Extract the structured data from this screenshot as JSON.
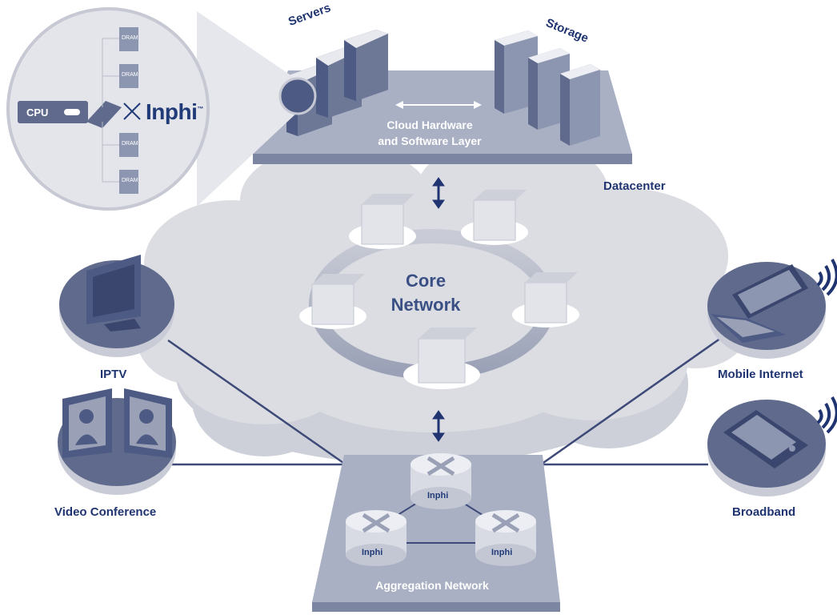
{
  "labels": {
    "servers": "Servers",
    "storage": "Storage",
    "cloud_layer": "Cloud Hardware\nand Software Layer",
    "datacenter": "Datacenter",
    "core": "Core\nNetwork",
    "iptv": "IPTV",
    "video_conference": "Video Conference",
    "mobile_internet": "Mobile Internet",
    "broadband": "Broadband",
    "aggregation": "Aggregation Network",
    "cpu": "CPU",
    "dram": "DRAM",
    "brand": "Inphi"
  },
  "colors": {
    "navy": "#1f3470",
    "slate": "#6d7897",
    "platform": "#a9b0c4",
    "cloud": "#dcdde3",
    "cloud_shadow": "#cdd0d8",
    "box": "#e2e4ea"
  },
  "icons": [
    "server-rack-icon",
    "storage-array-icon",
    "monitor-icon",
    "video-call-icon",
    "laptop-icon",
    "tablet-icon",
    "wifi-icon",
    "router-icon",
    "switch-box-icon",
    "bidirectional-arrow-icon"
  ]
}
